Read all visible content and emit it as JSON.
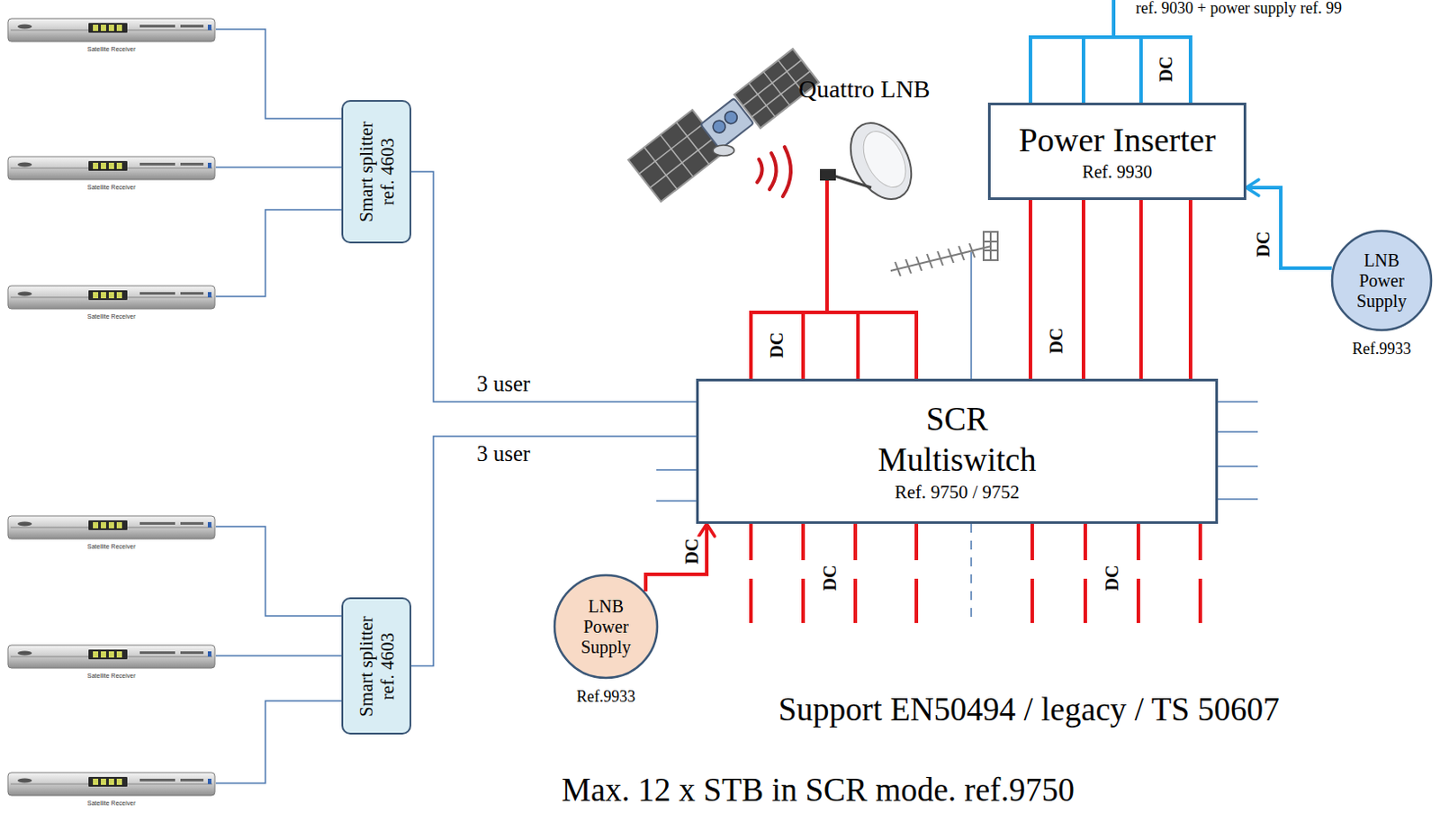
{
  "diagram": {
    "nodes": [
      {
        "text": [
          "Satellite Receiver"
        ]
      },
      {
        "text": [
          "Satellite Receiver"
        ]
      },
      {
        "text": [
          "Satellite Receiver"
        ]
      },
      {
        "text": [
          "Smart splitter ref. 4603"
        ]
      },
      {
        "text": [
          "Satellite Receiver"
        ]
      },
      {
        "text": [
          "Satellite Receiver"
        ]
      },
      {
        "text": [
          "Satellite Receiver"
        ]
      },
      {
        "text": [
          "Smart splitter ref. 4603"
        ]
      },
      {
        "text": [
          "Power Inserter",
          "Ref. 9930"
        ]
      },
      {
        "text": [
          "SCR Multiswitch",
          "Ref. 9750 / 9752"
        ]
      },
      {
        "text": [
          "LNB Power Supply",
          "Ref.9933"
        ]
      },
      {
        "text": [
          "LNB Power Supply",
          "Ref.9933"
        ]
      }
    ],
    "edges": [
      {
        "from": 0,
        "to": 3,
        "arrow": "none"
      },
      {
        "from": 1,
        "to": 3,
        "arrow": "none"
      },
      {
        "from": 2,
        "to": 3,
        "arrow": "none"
      },
      {
        "from": 4,
        "to": 7,
        "arrow": "none"
      },
      {
        "from": 5,
        "to": 7,
        "arrow": "none"
      },
      {
        "from": 6,
        "to": 7,
        "arrow": "none"
      },
      {
        "from": 3,
        "to": 9,
        "label": "3 user",
        "arrow": "none"
      },
      {
        "from": 7,
        "to": 9,
        "label": "3 user",
        "arrow": "none"
      },
      {
        "from": 8,
        "to": 9,
        "label": "DC",
        "arrow": "none"
      },
      {
        "from": 8,
        "to": 9,
        "arrow": "none"
      },
      {
        "from": 8,
        "to": 9,
        "arrow": "none"
      },
      {
        "from": 8,
        "to": 9,
        "arrow": "none"
      },
      {
        "from": 10,
        "to": 8,
        "label": "DC",
        "arrow": "to"
      },
      {
        "from": 11,
        "to": 9,
        "label": "DC",
        "arrow": "to"
      }
    ],
    "labels": [
      "Quattro LNB",
      "ref. 9030 + power supply ref. 99",
      "DC",
      "DC",
      "DC",
      "DC",
      "Support EN50494 / legacy / TS 50607",
      "Max. 12 x STB in SCR mode. ref.9750"
    ]
  }
}
